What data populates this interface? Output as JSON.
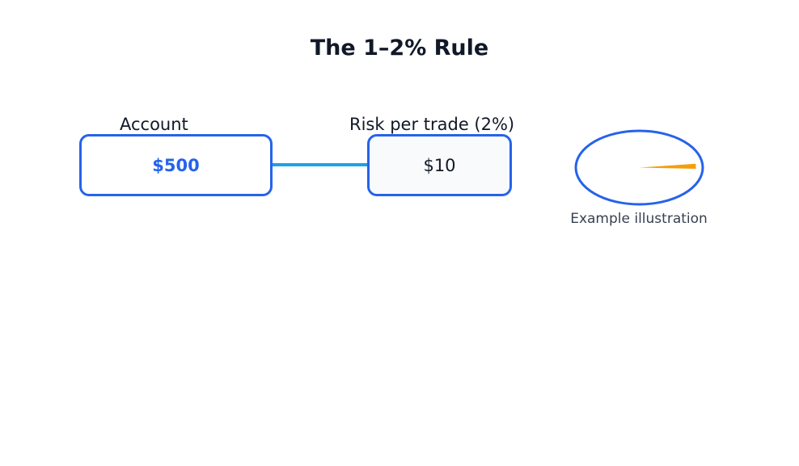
{
  "title": "The 1–2% Rule",
  "account": {
    "label": "Account",
    "value": "$500"
  },
  "risk": {
    "label": "Risk per trade (2%)",
    "value": "$10",
    "fraction": 0.02
  },
  "illustration": {
    "caption": "Example illustration"
  },
  "colors": {
    "title": "#111827",
    "accent_blue": "#2563eb",
    "connector": "#1da1e8",
    "slice": "#f59e0b",
    "caption": "#374151"
  }
}
